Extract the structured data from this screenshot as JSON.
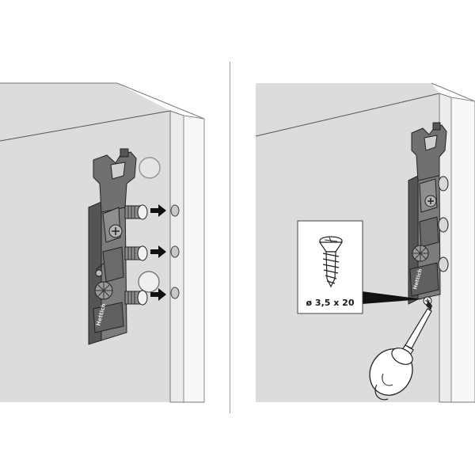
{
  "figure": {
    "screw_spec": "ø 3,5 x 20",
    "brand_mark_left": "Hettich",
    "brand_mark_right": "Hettich"
  },
  "colors": {
    "wall": "#dedede",
    "cabinet_edge": "#ececec",
    "bracket": "#6f6f6f",
    "bracket_dark": "#4d4d4d",
    "outline": "#2b2b2b",
    "arrow": "#111111"
  }
}
